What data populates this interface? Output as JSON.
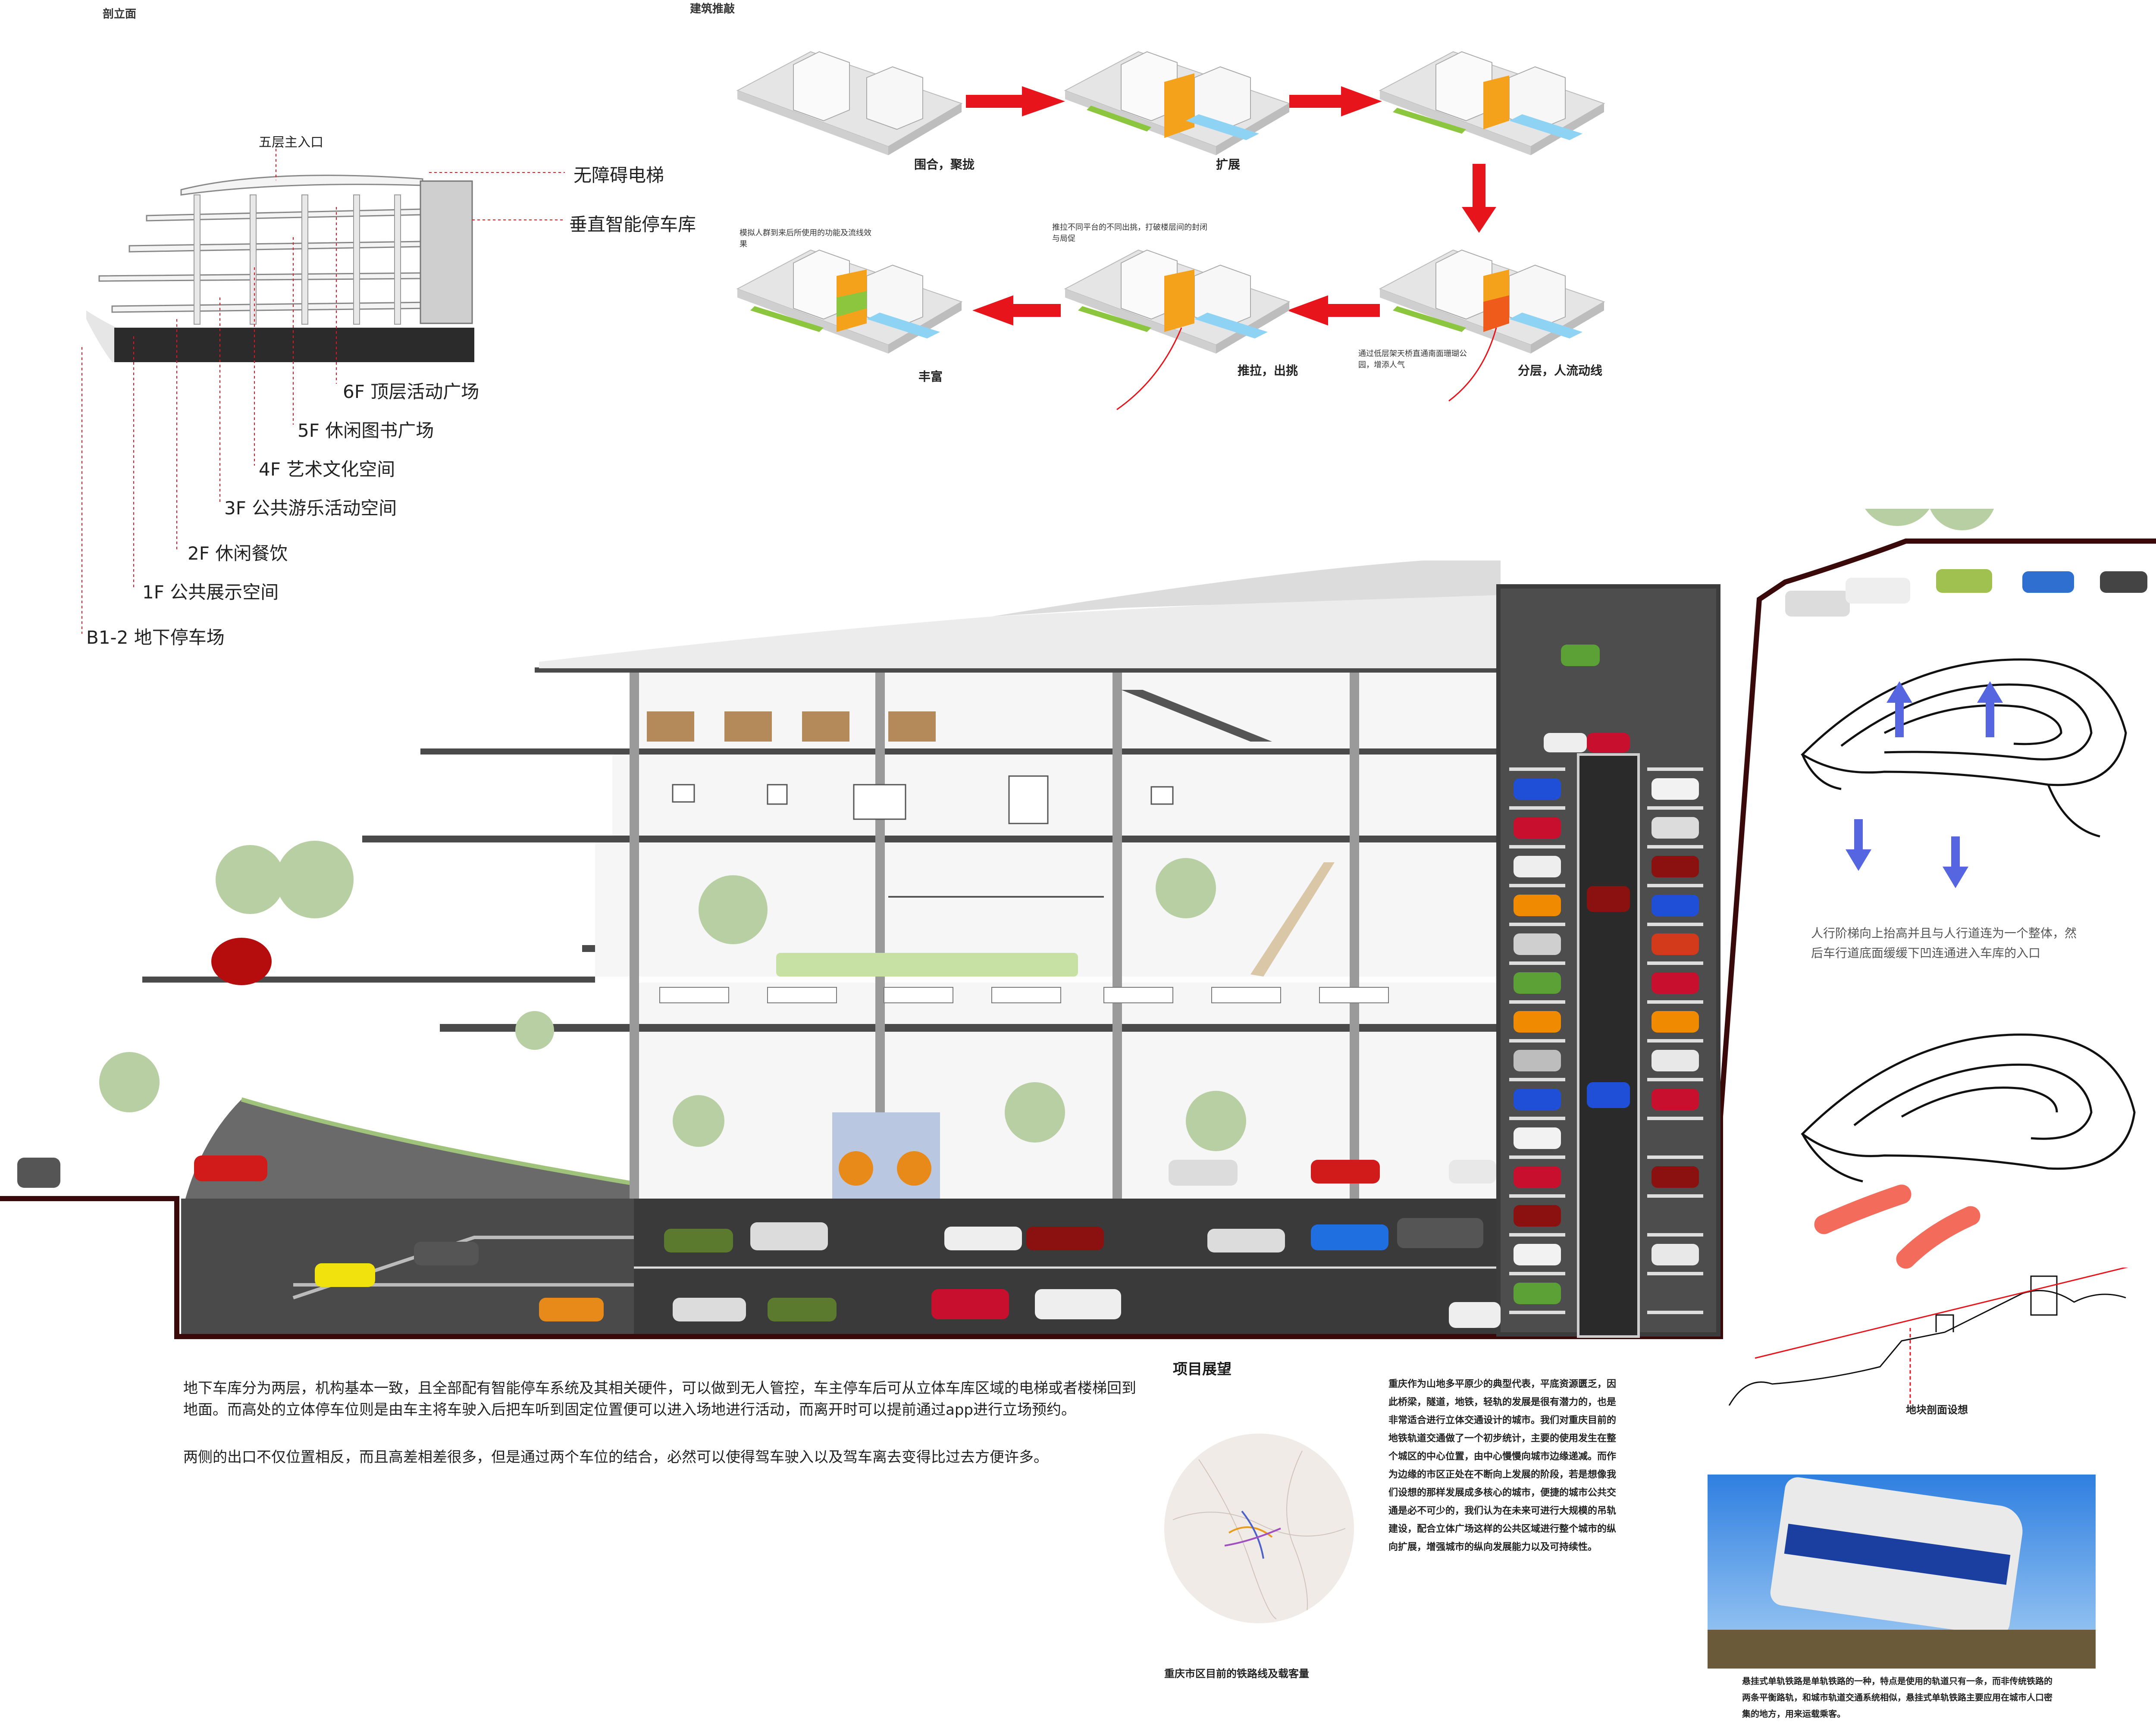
{
  "section_elevation": {
    "title": "剖立面",
    "entrance": "五层主入口",
    "callouts": [
      "无障碍电梯",
      "垂直智能停车库"
    ],
    "floors": [
      "6F 顶层活动广场",
      "5F 休闲图书广场",
      "4F 艺术文化空间",
      "3F 公共游乐活动空间",
      "2F 休闲餐饮",
      "1F 公共展示空间",
      "B1-2 地下停车场"
    ]
  },
  "derivation": {
    "title": "建筑推敲",
    "steps": [
      {
        "label": "围合，聚拢",
        "note": ""
      },
      {
        "label": "扩展",
        "note": ""
      },
      {
        "label": "分层，人流动线",
        "note": "通过低层架天桥直通南面珊瑚公园，增添人气"
      },
      {
        "label": "推拉，出挑",
        "note": "推拉不同平台的不同出挑，打破楼层间的封闭与局促"
      },
      {
        "label": "丰富",
        "note": "模拟人群到来后所使用的功能及流线效果"
      }
    ],
    "accent_color": "#e8141b"
  },
  "sketch_note": "人行阶梯向上抬高并且与人行道连为一个整体，然后车行道底面缓缓下凹连通进入车库的入口",
  "parking_text": [
    "地下车库分为两层，机构基本一致，且全部配有智能停车系统及其相关硬件，可以做到无人管控，车主停车后可从立体车库区域的电梯或者楼梯回到地面。而高处的立体停车位则是由车主将车驶入后把车听到固定位置便可以进入场地进行活动，而离开时可以提前通过app进行立场预约。",
    "两侧的出口不仅位置相反，而且高差相差很多，但是通过两个车位的结合，必然可以使得驾车驶入以及驾车离去变得比过去方便许多。"
  ],
  "outlook": {
    "title": "项目展望",
    "map_caption": "重庆市区目前的铁路线及载客量",
    "text": "重庆作为山地多平原少的典型代表，平底资源匮乏，因此桥梁，隧道，地铁，轻轨的发展是很有潜力的，也是非常适合进行立体交通设计的城市。我们对重庆目前的地铁轨道交通做了一个初步统计，主要的使用发生在整个城区的中心位置，由中心慢慢向城市边缘递减。而作为边缘的市区正处在不断向上发展的阶段，若是想像我们设想的那样发展成多核心的城市，便捷的城市公共交通是必不可少的，我们认为在未来可进行大规模的吊轨建设，配合立体广场这样的公共区域进行整个城市的纵向扩展，增强城市的纵向发展能力以及可持续性。"
  },
  "terrain": {
    "caption": "地块剖面设想",
    "monorail_note": "悬挂式单轨铁路是单轨铁路的一种，特点是使用的轨道只有一条，而非传统铁路的两条平衡路轨，和城市轨道交通系统相似，悬挂式单轨铁路主要应用在城市人口密集的地方，用来运载乘客。"
  }
}
